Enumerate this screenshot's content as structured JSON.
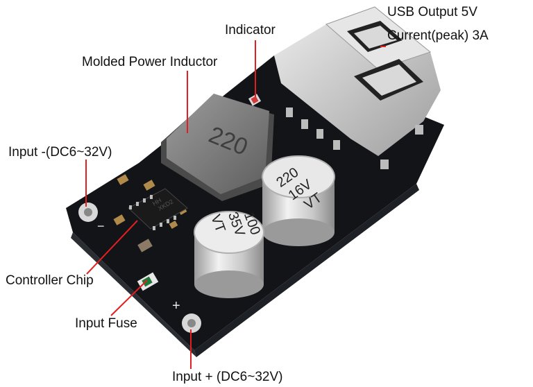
{
  "labels": {
    "usb_output": "USB Output 5V",
    "current_peak": "Current(peak) 3A",
    "indicator": "Indicator",
    "molded_inductor": "Molded Power Inductor",
    "input_minus": "Input -(DC6~32V)",
    "controller_chip": "Controller Chip",
    "input_fuse": "Input Fuse",
    "input_plus": "Input + (DC6~32V)"
  },
  "board_marks": {
    "inductor_code": "220",
    "cap_small_value": "220",
    "cap_small_voltage": "16V",
    "cap_small_series": "VT",
    "cap_large_value": "100",
    "cap_large_voltage": "35V",
    "cap_large_series": "VT",
    "minus_sign": "−",
    "plus_sign": "+",
    "chip_code_1": "HH",
    "chip_code_2": "XKD2"
  },
  "colors": {
    "background": "#ffffff",
    "pcb": "#121418",
    "pcb_edge": "#2a2e33",
    "callout_line": "#e02020",
    "usb_metal": "#c9c9c9",
    "capacitor": "#d9d9d9",
    "inductor": "#7a7a7a",
    "label_text": "#111111"
  }
}
